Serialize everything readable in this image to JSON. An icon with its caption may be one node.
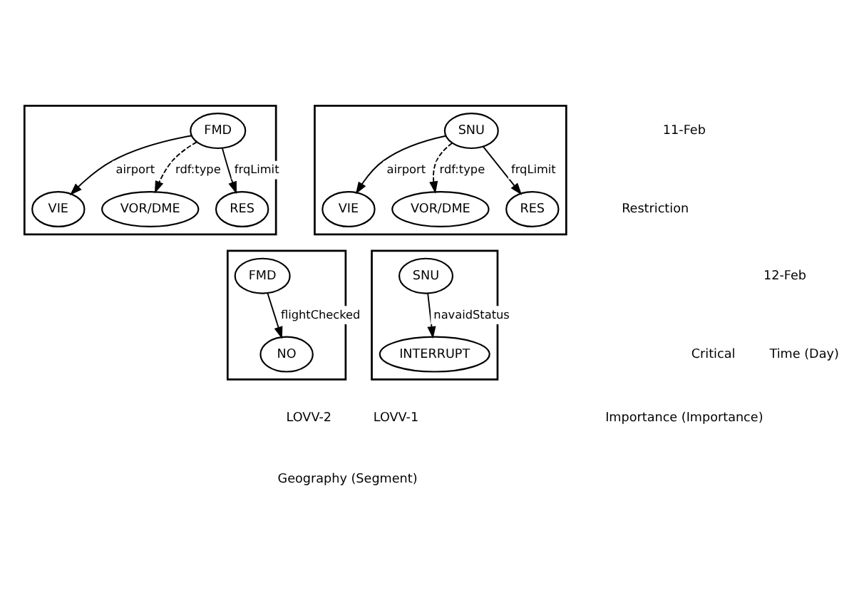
{
  "diagram": {
    "nodes": [
      {
        "text": [],
        "shape": "box"
      },
      {
        "text": [
          "VIE"
        ],
        "in": 0
      },
      {
        "text": [
          "VOR/DME"
        ],
        "in": 0
      },
      {
        "text": [
          "RES"
        ],
        "in": 0
      },
      {
        "text": [
          "SNU"
        ],
        "in": 0
      },
      {
        "text": [],
        "shape": "box"
      },
      {
        "text": [
          "VIE"
        ],
        "in": 5
      },
      {
        "text": [
          "VOR/DME"
        ],
        "in": 5
      },
      {
        "text": [
          "RES"
        ],
        "in": 5
      },
      {
        "text": [
          "FMD"
        ],
        "in": 5
      },
      {
        "text": [],
        "shape": "box"
      },
      {
        "text": [
          "SNU"
        ],
        "in": 10
      },
      {
        "text": [
          "INTERRUPT"
        ],
        "in": 10
      },
      {
        "text": [],
        "shape": "box"
      },
      {
        "text": [
          "FMD"
        ],
        "in": 13
      },
      {
        "text": [
          "NO"
        ],
        "in": 13
      }
    ],
    "edges": [
      {
        "from": 4,
        "to": 1,
        "arrow": "to",
        "label": "airport"
      },
      {
        "from": 4,
        "to": 3,
        "arrow": "to",
        "label": "frqLimit"
      },
      {
        "from": 4,
        "to": 2,
        "arrow": "to",
        "label": "rdf:type",
        "style": "dashed"
      },
      {
        "from": 9,
        "to": 6,
        "arrow": "to",
        "label": "airport"
      },
      {
        "from": 9,
        "to": 8,
        "arrow": "to",
        "label": "frqLimit"
      },
      {
        "from": 9,
        "to": 7,
        "arrow": "to",
        "label": "rdf:type",
        "style": "dashed"
      },
      {
        "from": 11,
        "to": 12,
        "arrow": "to",
        "label": "navaidStatus"
      },
      {
        "from": 14,
        "to": 15,
        "arrow": "to",
        "label": "flightChecked"
      }
    ],
    "labels": [
      "Restriction",
      "Importance (Importance)",
      "Critical",
      "11-Feb",
      "12-Feb",
      "Time (Day)",
      "LOVV-1",
      "LOVV-2",
      "Geography (Segment)"
    ]
  }
}
